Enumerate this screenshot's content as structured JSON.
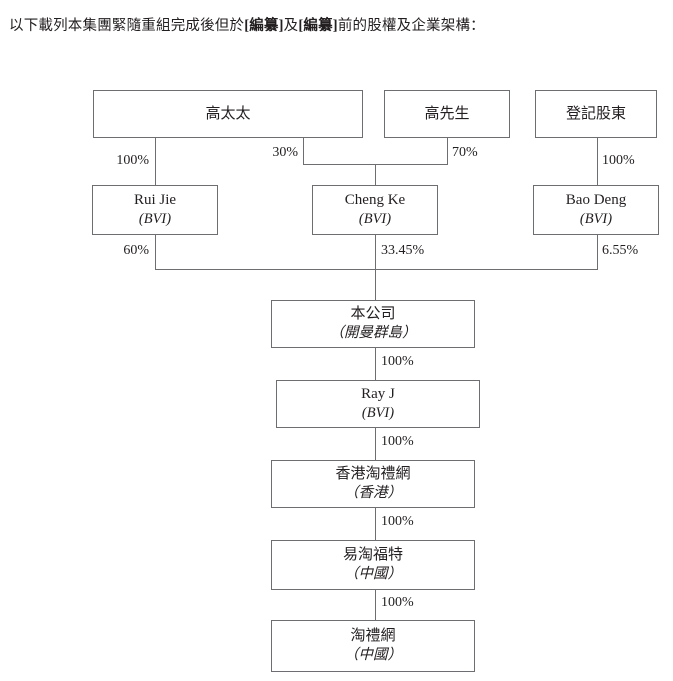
{
  "document": {
    "intro_text_parts": {
      "before": "以下載列本集團緊隨重組完成後但於",
      "redacted_1": "[編纂]",
      "middle": "及",
      "redacted_2": "[編纂]",
      "after": "前的股權及企業架構："
    },
    "intro_text": "以下載列本集團緊隨重組完成後但於[編纂]及[編纂]前的股權及企業架構："
  },
  "chart_data": {
    "type": "diagram",
    "title": "股權及企業架構",
    "nodes": [
      {
        "id": "gao-madam",
        "name": "高太太",
        "sub": "",
        "level": 1
      },
      {
        "id": "gao-mister",
        "name": "高先生",
        "sub": "",
        "level": 1
      },
      {
        "id": "registered",
        "name": "登記股東",
        "sub": "",
        "level": 1
      },
      {
        "id": "rui-jie",
        "name": "Rui Jie",
        "sub": "(BVI)",
        "level": 2
      },
      {
        "id": "cheng-ke",
        "name": "Cheng Ke",
        "sub": "(BVI)",
        "level": 2
      },
      {
        "id": "bao-deng",
        "name": "Bao Deng",
        "sub": "(BVI)",
        "level": 2
      },
      {
        "id": "company",
        "name": "本公司",
        "sub": "（開曼群島）",
        "level": 3
      },
      {
        "id": "ray-j",
        "name": "Ray J",
        "sub": "(BVI)",
        "level": 4
      },
      {
        "id": "hk-taoliwang",
        "name": "香港淘禮網",
        "sub": "（香港）",
        "level": 5
      },
      {
        "id": "yitaofute",
        "name": "易淘福特",
        "sub": "（中國）",
        "level": 6
      },
      {
        "id": "taoliwang",
        "name": "淘禮網",
        "sub": "（中國）",
        "level": 7
      }
    ],
    "edges": [
      {
        "from": "gao-madam",
        "to": "rui-jie",
        "label": "100%"
      },
      {
        "from": "gao-madam",
        "to": "cheng-ke",
        "label": "30%"
      },
      {
        "from": "gao-mister",
        "to": "cheng-ke",
        "label": "70%"
      },
      {
        "from": "registered",
        "to": "bao-deng",
        "label": "100%"
      },
      {
        "from": "rui-jie",
        "to": "company",
        "label": "60%"
      },
      {
        "from": "cheng-ke",
        "to": "company",
        "label": "33.45%"
      },
      {
        "from": "bao-deng",
        "to": "company",
        "label": "6.55%"
      },
      {
        "from": "company",
        "to": "ray-j",
        "label": "100%"
      },
      {
        "from": "ray-j",
        "to": "hk-taoliwang",
        "label": "100%"
      },
      {
        "from": "hk-taoliwang",
        "to": "yitaofute",
        "label": "100%"
      },
      {
        "from": "yitaofute",
        "to": "taoliwang",
        "label": "100%"
      }
    ],
    "labels": {
      "pct_gao_madam_rui_jie": "100%",
      "pct_gao_madam_cheng_ke": "30%",
      "pct_gao_mister_cheng_ke": "70%",
      "pct_registered_bao_deng": "100%",
      "pct_rui_jie_company": "60%",
      "pct_cheng_ke_company": "33.45%",
      "pct_bao_deng_company": "6.55%",
      "pct_company_ray_j": "100%",
      "pct_ray_j_hk": "100%",
      "pct_hk_yitaofute": "100%",
      "pct_yitaofute_taoliwang": "100%"
    },
    "colors": {
      "line": "#6d6e71",
      "text": "#231f20",
      "background": "#ffffff"
    }
  }
}
